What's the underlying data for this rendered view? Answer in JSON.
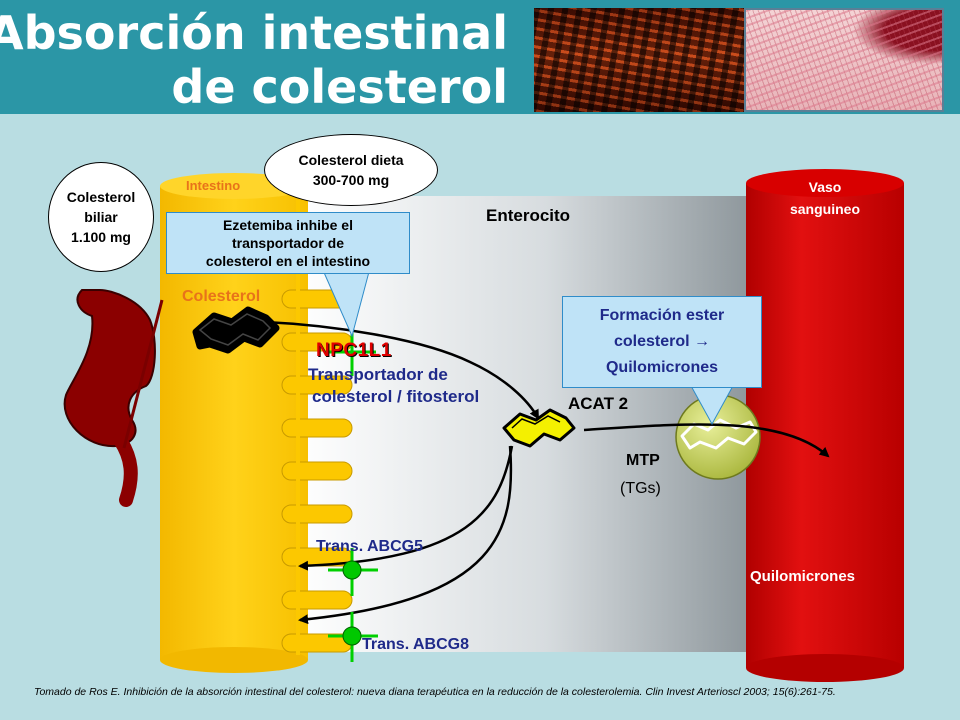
{
  "title": {
    "line1": "Absorción intestinal",
    "line2": "de colesterol"
  },
  "labels": {
    "intestino": "Intestino",
    "enterocito": "Enterocito",
    "vaso_line1": "Vaso",
    "vaso_line2": "sanguineo",
    "colesterol": "Colesterol",
    "npc1l1": "NPC1L1",
    "transportador_line1": "Transportador de",
    "transportador_line2": "colesterol / fitosterol",
    "acat2": "ACAT 2",
    "mtp": "MTP",
    "tgs": "(TGs)",
    "abcg5": "Trans. ABCG5",
    "abcg8": "Trans. ABCG8",
    "quilomicrones": "Quilomicrones"
  },
  "bubbles": {
    "biliar": {
      "line1": "Colesterol",
      "line2": "biliar",
      "line3": "1.100 mg"
    },
    "dieta": {
      "line1": "Colesterol dieta",
      "line2": "300-700 mg"
    }
  },
  "callouts": {
    "ezetimiba": {
      "line1": "Ezetemiba inhibe el",
      "line2": "transportador de",
      "line3": "colesterol en el intestino"
    },
    "formacion": {
      "line1": "Formación ester",
      "line2": "colesterol →",
      "line3": "Quilomicrones"
    }
  },
  "citation": "Tomado de Ros E. Inhibición de la absorción intestinal del colesterol: nueva diana terapéutica en la reducción de la colesterolemia. Clin Invest Arterioscl 2003; 15(6):261-75.",
  "colors": {
    "header": "#2b96a6",
    "background": "#b9dde2",
    "intestine": "#fcc800",
    "vessel": "#d10000",
    "stomach": "#8b0000",
    "label_orange": "#e8731a",
    "transporter_blue": "#1f2a8a",
    "npc_red": "#e00000",
    "marker_green": "#00d000"
  }
}
